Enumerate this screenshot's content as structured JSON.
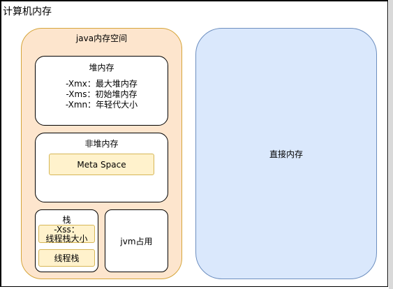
{
  "outer": {
    "title": "计算机内存"
  },
  "java_space": {
    "title": "java内存空间",
    "heap": {
      "title": "堆内存",
      "options": [
        "-Xmx：最大堆内存",
        "-Xms：初始堆内存",
        "-Xmn：年轻代大小"
      ]
    },
    "non_heap": {
      "title": "非堆内存",
      "meta_space": "Meta Space"
    },
    "stack": {
      "title": "栈",
      "xss_line1": "-Xss：",
      "xss_line2": "线程栈大小",
      "thread_stack": "线程栈"
    },
    "jvm_usage": "jvm占用"
  },
  "direct_memory": "直接内存",
  "colors": {
    "java_fill": "#fde5cd",
    "java_border": "#d6a53a",
    "direct_fill": "#dae8fc",
    "direct_border": "#6c8ebf",
    "note_fill": "#fff2cc",
    "note_border": "#d6b656"
  }
}
